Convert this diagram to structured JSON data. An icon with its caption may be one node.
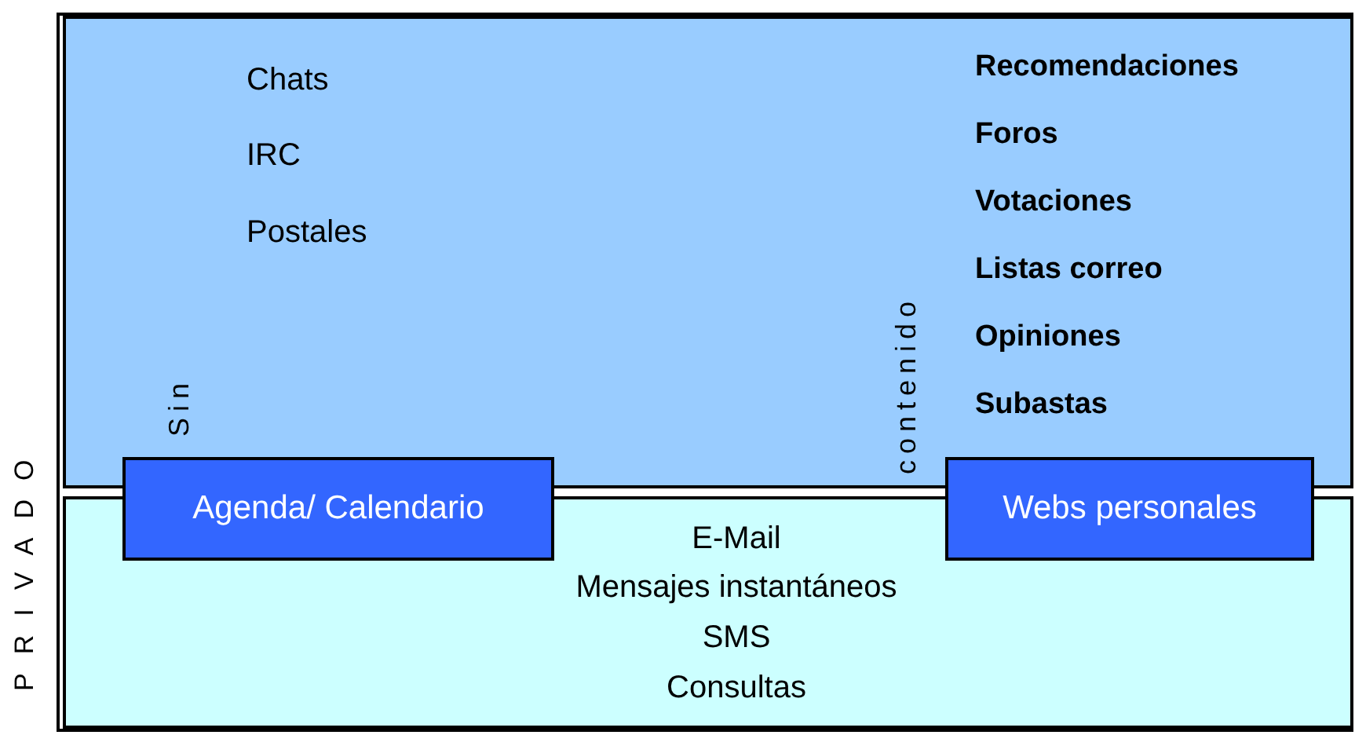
{
  "diagram": {
    "nodes": [
      {
        "text": [
          "Chats",
          "IRC",
          "Postales",
          "Recomendaciones",
          "Foros",
          "Votaciones",
          "Listas correo",
          "Opiniones",
          "Subastas",
          "Sin",
          "contenido"
        ]
      },
      {
        "text": [
          "E-Mail",
          "Mensajes instantáneos",
          "SMS",
          "Consultas"
        ]
      },
      {
        "text": [
          "Agenda/ Calendario"
        ]
      },
      {
        "text": [
          "Webs personales"
        ]
      }
    ],
    "edges": [],
    "labels": [
      "PRIVADO"
    ]
  }
}
